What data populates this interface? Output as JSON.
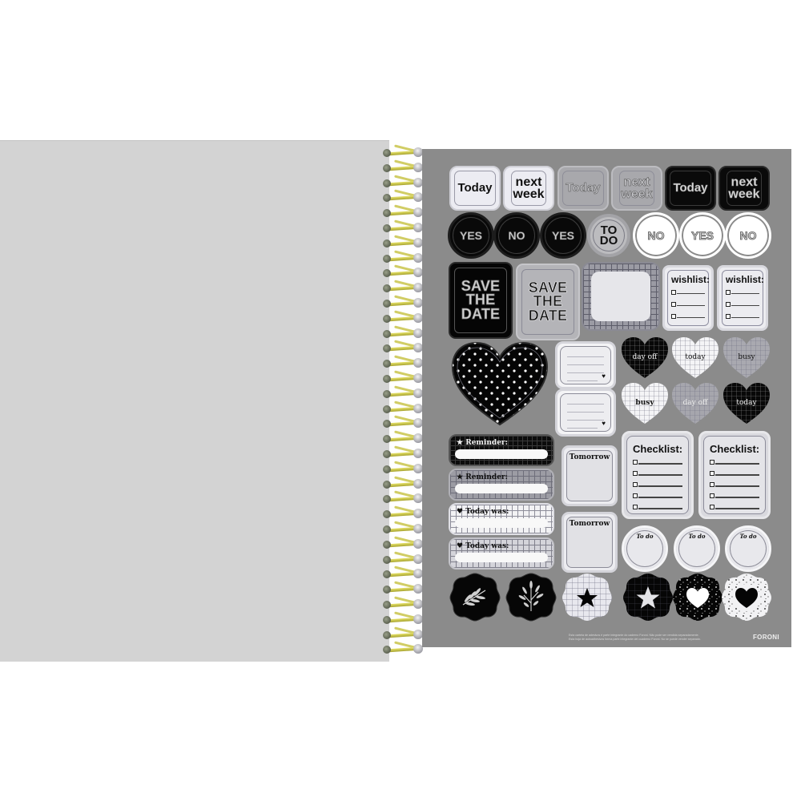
{
  "scene": "Open spiral notebook showing a sticker sheet page",
  "colors": {
    "background": "#ffffff",
    "left_page": "#d3d3d3",
    "sheet": "#8b8b8b",
    "spiral_wire": "#d9d35a",
    "sticker_black": "#0a0a0a",
    "sticker_white": "#ececf0"
  },
  "sheet": {
    "row1_tags": [
      {
        "style": "white",
        "text": "Today"
      },
      {
        "style": "white",
        "text": "next week"
      },
      {
        "style": "gray",
        "text": "Today"
      },
      {
        "style": "gray",
        "text": "next week"
      },
      {
        "style": "black",
        "text": "Today"
      },
      {
        "style": "black",
        "text": "next week"
      }
    ],
    "row2_circles": [
      {
        "style": "black",
        "text": "YES"
      },
      {
        "style": "black",
        "text": "NO"
      },
      {
        "style": "black",
        "text": "YES"
      },
      {
        "style": "gray",
        "text": "TO DO"
      },
      {
        "style": "white",
        "text": "NO"
      },
      {
        "style": "white",
        "text": "YES"
      },
      {
        "style": "white",
        "text": "NO"
      }
    ],
    "save_the_date": [
      {
        "style": "black",
        "text": "SAVE THE DATE"
      },
      {
        "style": "gray",
        "text": "SAVE THE DATE"
      }
    ],
    "wishlists": [
      {
        "title": "wishlist:",
        "lines": 3
      },
      {
        "title": "wishlist:",
        "lines": 3
      }
    ],
    "small_hearts": [
      {
        "style": "black",
        "text": "day off"
      },
      {
        "style": "white",
        "text": "today"
      },
      {
        "style": "gray",
        "text": "busy"
      },
      {
        "style": "white",
        "text": "busy"
      },
      {
        "style": "gray",
        "text": "day off"
      },
      {
        "style": "black",
        "text": "today"
      }
    ],
    "reminders": [
      {
        "style": "black",
        "icon": "★",
        "text": "Reminder:"
      },
      {
        "style": "gray",
        "icon": "★",
        "text": "Reminder:"
      },
      {
        "style": "white",
        "icon": "♥",
        "text": "Today was:"
      },
      {
        "style": "light",
        "icon": "♥",
        "text": "Today was:"
      }
    ],
    "tomorrow": [
      {
        "text": "Tomorrow"
      },
      {
        "text": "Tomorrow"
      }
    ],
    "checklists": [
      {
        "title": "Checklist:",
        "lines": 5
      },
      {
        "title": "Checklist:",
        "lines": 5
      }
    ],
    "todo_circles": [
      {
        "text": "To do"
      },
      {
        "text": "To do"
      },
      {
        "text": "To do"
      }
    ],
    "scallop_badges": [
      {
        "style": "black",
        "icon": "leaf-branch"
      },
      {
        "style": "black",
        "icon": "leaf-sprig"
      },
      {
        "style": "grid-white",
        "icon": "star"
      },
      {
        "style": "black-grid",
        "icon": "star"
      },
      {
        "style": "black-speckle",
        "icon": "heart"
      },
      {
        "style": "white-speckle",
        "icon": "heart"
      }
    ],
    "fine_print_lines": [
      "Esta cartela de adesivos é parte integrante do caderno Foroni. Não pode ser vendida separadamente.",
      "Esta hoja de autoadhesivos forma parte integrante del cuaderno Foroni. No se puede vender separado."
    ],
    "brand": "FORONI"
  }
}
